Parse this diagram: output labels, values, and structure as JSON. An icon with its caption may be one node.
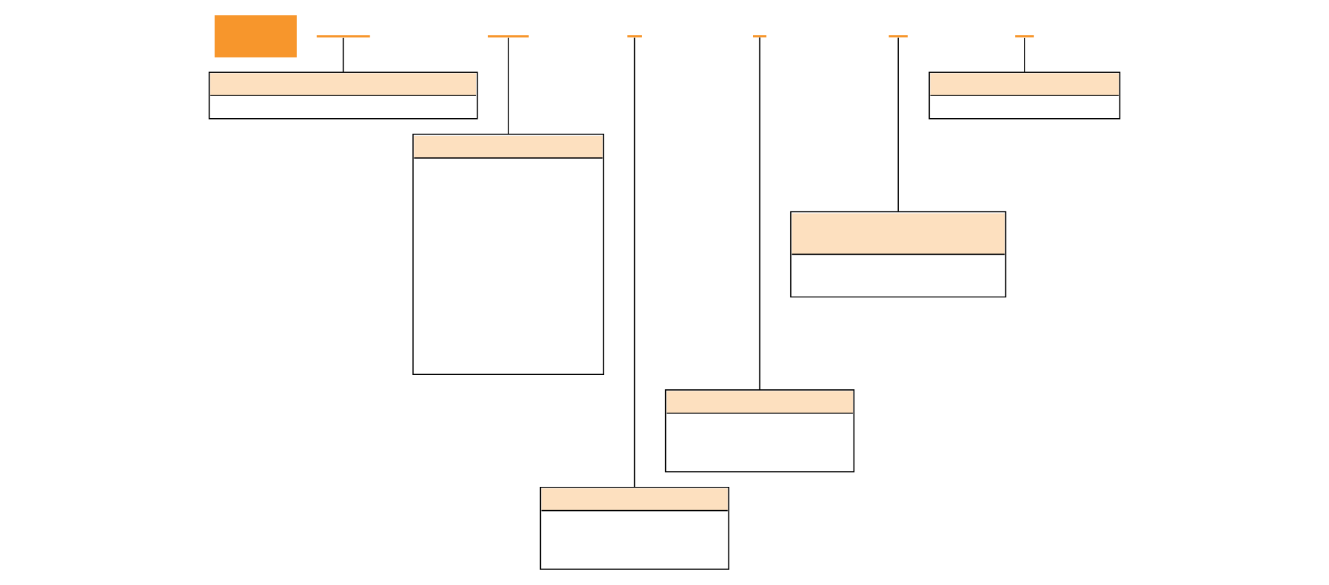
{
  "diagram": {
    "nodes": [
      {
        "text": [],
        "shape": "box"
      },
      {
        "text": [],
        "shape": "bar"
      },
      {
        "text": [],
        "shape": "bar"
      },
      {
        "text": [],
        "shape": "bar"
      },
      {
        "text": [],
        "shape": "bar"
      },
      {
        "text": [],
        "shape": "bar"
      },
      {
        "text": [],
        "shape": "bar"
      },
      {
        "text": [],
        "shape": "box"
      },
      {
        "text": [],
        "shape": "box"
      },
      {
        "text": [],
        "shape": "box"
      },
      {
        "text": [],
        "shape": "box"
      },
      {
        "text": [],
        "shape": "box"
      },
      {
        "text": [],
        "shape": "box"
      }
    ],
    "edges": [
      {
        "from": 1,
        "to": 7,
        "arrow": "none"
      },
      {
        "from": 2,
        "to": 10,
        "arrow": "none"
      },
      {
        "from": 3,
        "to": 12,
        "arrow": "none"
      },
      {
        "from": 4,
        "to": 11,
        "arrow": "none"
      },
      {
        "from": 5,
        "to": 9,
        "arrow": "none"
      },
      {
        "from": 6,
        "to": 8,
        "arrow": "none"
      }
    ]
  }
}
